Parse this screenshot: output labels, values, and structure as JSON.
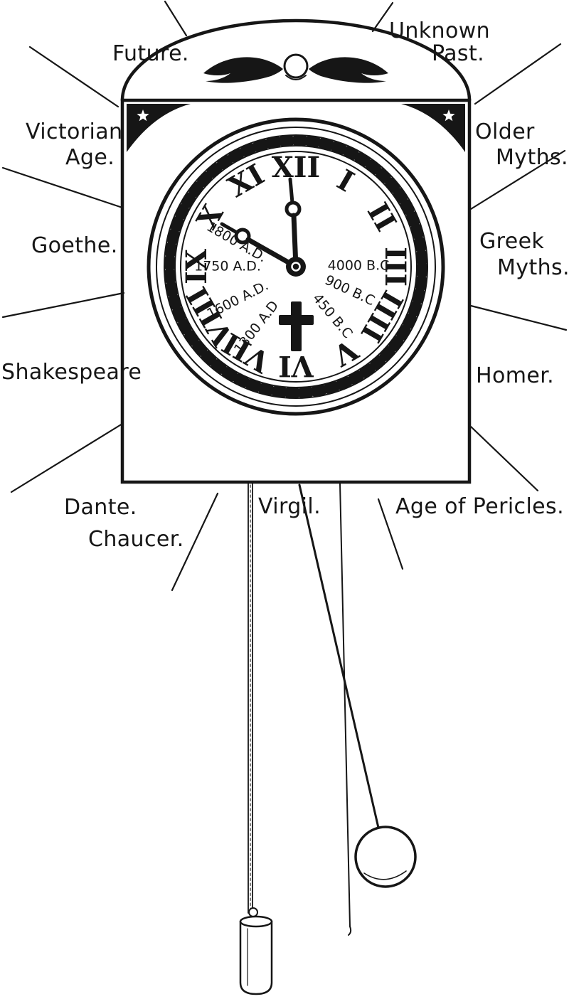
{
  "page": {
    "background": "#ffffff",
    "ink": "#161616"
  },
  "labels": {
    "future": "Future.",
    "unknown": "Unknown",
    "past": "Past.",
    "victorian": "Victorian",
    "victorian_age": "Age.",
    "older": "Older",
    "older_myths": "Myths.",
    "goethe": "Goethe.",
    "greek": "Greek",
    "greek_myths": "Myths.",
    "shakespeare": "Shakespeare",
    "homer": "Homer.",
    "dante": "Dante.",
    "chaucer": "Chaucer.",
    "virgil": "Virgil.",
    "age_of_pericles": "Age of Pericles."
  },
  "clock": {
    "numerals": [
      "XII",
      "I",
      "II",
      "III",
      "IIII",
      "V",
      "VI",
      "VII",
      "VIII",
      "IX",
      "X",
      "XI"
    ],
    "era_marks": [
      "1800 A.D.",
      "1750 A.D.",
      "1600 A.D.",
      "1300 A.D",
      "4000 B.C",
      "900 B.C",
      "450 B.C"
    ]
  },
  "ornaments": {
    "top_ornament": "winged-cherub",
    "center_symbol": "latin-cross",
    "corner_ornament": "spandrel-star"
  }
}
